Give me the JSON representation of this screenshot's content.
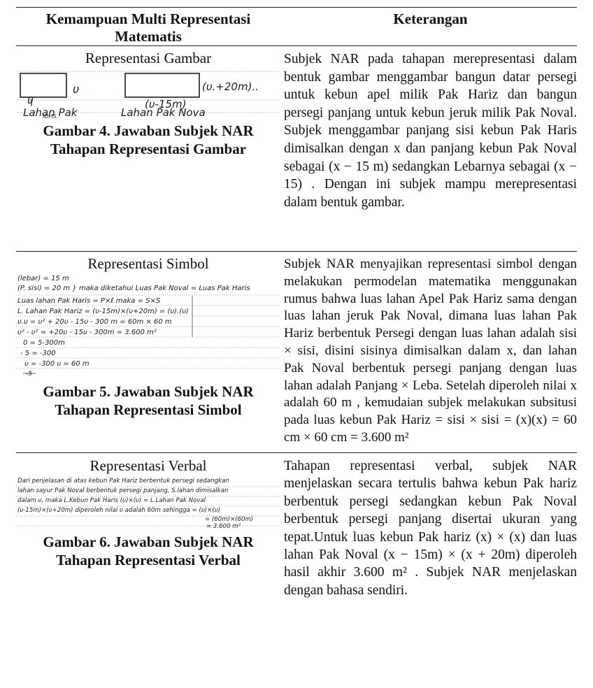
{
  "table": {
    "col1_header": "Kemampuan Multi Representasi Matematis",
    "col2_header": "Keterangan",
    "rows": [
      {
        "label": "Representasi Gambar",
        "caption_line1": "Gambar 4. Jawaban Subjek NAR",
        "caption_line2": "Tahapan Representasi Gambar",
        "handwriting": {
          "v_label": "υ",
          "v_bottom": "υ",
          "plus": "(υ.+20m)..",
          "minus": "(υ-15m)",
          "lahan_pak": "Lahan Pak",
          "lahan_pak_nova": "Lahan Pak Nova",
          "ibns": "IDHS."
        },
        "paragraph": "Subjek NAR pada tahapan merepresentasi dalam bentuk gambar menggambar bangun datar persegi untuk kebun apel milik Pak Hariz dan bangun persegi panjang untuk kebun jeruk milik Pak Noval. Subjek menggambar panjang sisi kebun Pak Haris dimisalkan dengan x dan panjang kebun Pak Noval sebagai (x − 15 m) sedangkan Lebarnya sebagai (x − 15) . Dengan ini subjek mampu merepresentasi dalam bentuk gambar."
      },
      {
        "label": "Representasi Simbol",
        "caption_line1": "Gambar 5. Jawaban Subjek NAR",
        "caption_line2": "Tahapan Representasi Simbol",
        "handwriting": [
          "(lebar) = 15 m",
          "(P. sisi) = 20 m } maka diketahui  Luas Pak Noval = Luas Pak Haris",
          "Luas lahan Pak Haris = P×ℓ          maka = S×S",
          "L. Lahan  Pak Hariz = (υ-15m)×(υ+20m)    = (υ).(υ)",
          "υ.υ = υ² + 20υ - 15υ - 300 m           = 60m × 60 m",
          "υ² - υ² = +20υ - 15υ - 300m           = 3.600 m²",
          "0    = 5-300m",
          "- 5  = -300",
          "υ = -300    υ = 60 m",
          "-5"
        ],
        "paragraph": "Subjek NAR menyajikan representasi simbol dengan melakukan permodelan matematika menggunakan rumus bahwa luas lahan Apel Pak Hariz sama dengan luas lahan jeruk Pak Noval, dimana luas lahan Pak Hariz berbentuk Persegi dengan luas lahan adalah sisi × sisi, disini sisinya dimisalkan dalam x, dan lahan Pak Noval berbentuk persegi panjang dengan luas lahan adalah Panjang × Leba. Setelah diperoleh nilai x adalah 60 m , kemudaian subjek melakukan subsitusi pada luas kebun Pak Hariz = sisi × sisi = (x)(x) = 60 cm × 60 cm = 3.600 m²"
      },
      {
        "label": "Representasi Verbal",
        "caption_line1": "Gambar 6. Jawaban Subjek NAR",
        "caption_line2": "Tahapan Representasi Verbal",
        "handwriting": [
          "Dari penjelasan di atas kebun Pak Hariz berbentuk persegi sedangkan",
          "lahan sayur Pak Noval berbentuk persegi panjang, S.lahan dimisalkan",
          "dalam υ, maka L.Kebun Pak Haris (υ)×(υ) = L.Lahan Pak Noval",
          "(υ-15m)×(υ+20m) diperoleh nilai υ adalah 60m sehingga = (υ)×(υ)",
          "= (60m)×(60m)",
          "= 3.600 m²"
        ],
        "paragraph": "Tahapan representasi verbal, subjek NAR menjelaskan secara tertulis bahwa kebun Pak hariz berbentuk persegi sedangkan kebun Pak Noval berbentuk persegi panjang disertai ukuran yang tepat.Untuk luas kebun Pak hariz (x) × (x) dan luas lahan Pak Noval (x − 15m) × (x + 20m) diperoleh hasil akhir 3.600 m² . Subjek NAR menjelaskan dengan bahasa sendiri."
      }
    ]
  }
}
